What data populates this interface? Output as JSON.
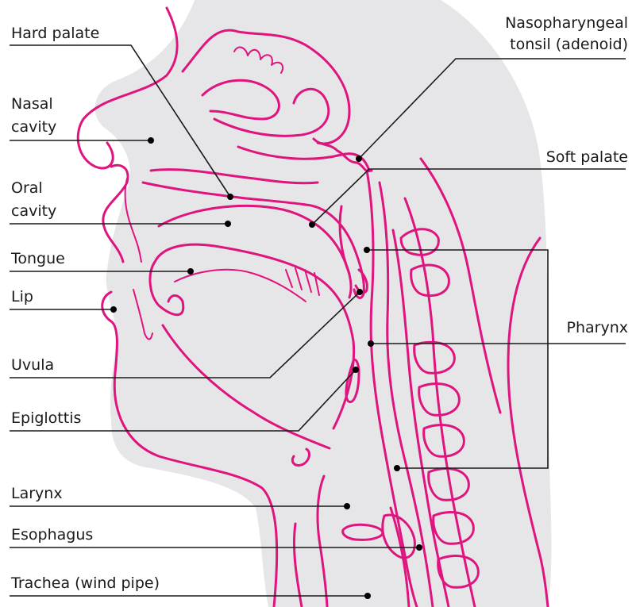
{
  "colors": {
    "outline": "#e0147e",
    "background_tissue": "#e6e6e8",
    "leader_line": "#1a1a1a",
    "label_text": "#1a1a1a"
  },
  "labels": {
    "hard_palate": "Hard palate",
    "nasal_cavity_line1": "Nasal",
    "nasal_cavity_line2": "cavity",
    "oral_cavity_line1": "Oral",
    "oral_cavity_line2": "cavity",
    "tongue": "Tongue",
    "lip": "Lip",
    "uvula": "Uvula",
    "epiglottis": "Epiglottis",
    "larynx": "Larynx",
    "esophagus": "Esophagus",
    "trachea": "Trachea (wind pipe)",
    "nasopharyngeal_line1": "Nasopharyngeal",
    "nasopharyngeal_line2": "tonsil (adenoid)",
    "soft_palate": "Soft palate",
    "pharynx": "Pharynx"
  }
}
